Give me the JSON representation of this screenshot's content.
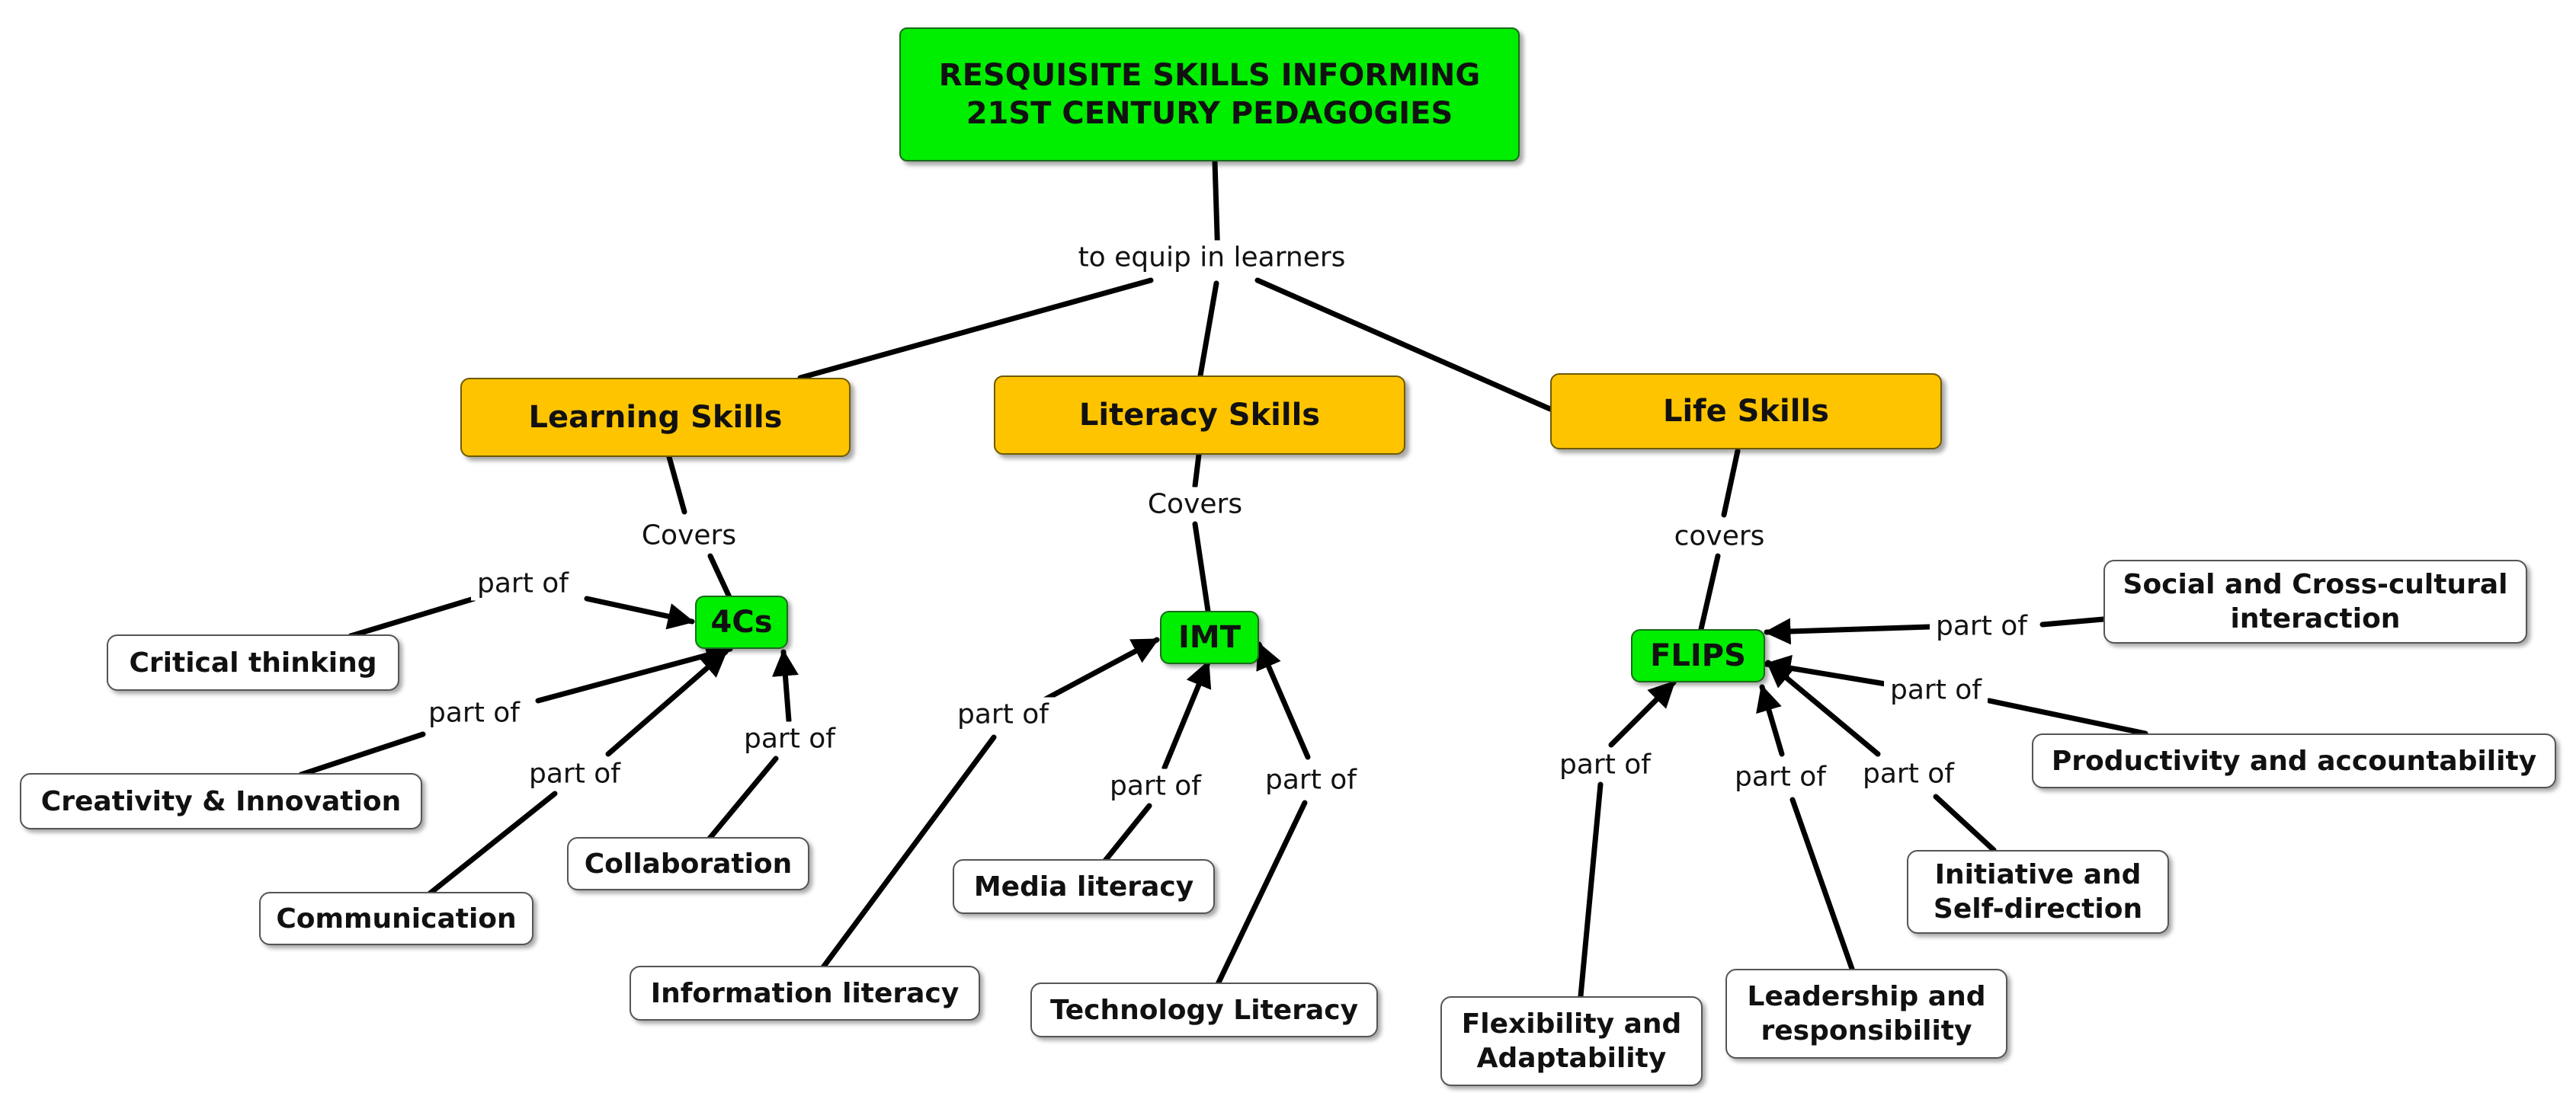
{
  "root": "RESQUISITE SKILLS INFORMING\n 21ST CENTURY PEDAGOGIES",
  "root_link": "to equip in learners",
  "categories": {
    "learning": "Learning  Skills",
    "literacy": "Literacy Skills",
    "life": "Life Skills"
  },
  "covers_links": {
    "learning": "Covers",
    "literacy": "Covers",
    "life": "covers"
  },
  "hubs": {
    "c4": "4Cs",
    "imt": "IMT",
    "flips": "FLIPS"
  },
  "skills": {
    "critical_thinking": "Critical thinking",
    "creativity": "Creativity & Innovation",
    "communication": "Communication",
    "collaboration": "Collaboration",
    "information_literacy": "Information literacy",
    "media_literacy": "Media literacy",
    "technology_literacy": "Technology Literacy",
    "social_cross_cultural": "Social and Cross-cultural\ninteraction",
    "productivity": "Productivity and accountability",
    "initiative": "Initiative  and\nSelf-direction",
    "leadership": "Leadership and\nresponsibility",
    "flexibility": "Flexibility and\nAdaptability"
  },
  "part_of_label": "part of",
  "colors": {
    "root_fill": "#00ee00",
    "category_fill": "#ffc400",
    "hub_fill": "#00ee00",
    "skill_fill": "#ffffff",
    "line": "#000000"
  }
}
